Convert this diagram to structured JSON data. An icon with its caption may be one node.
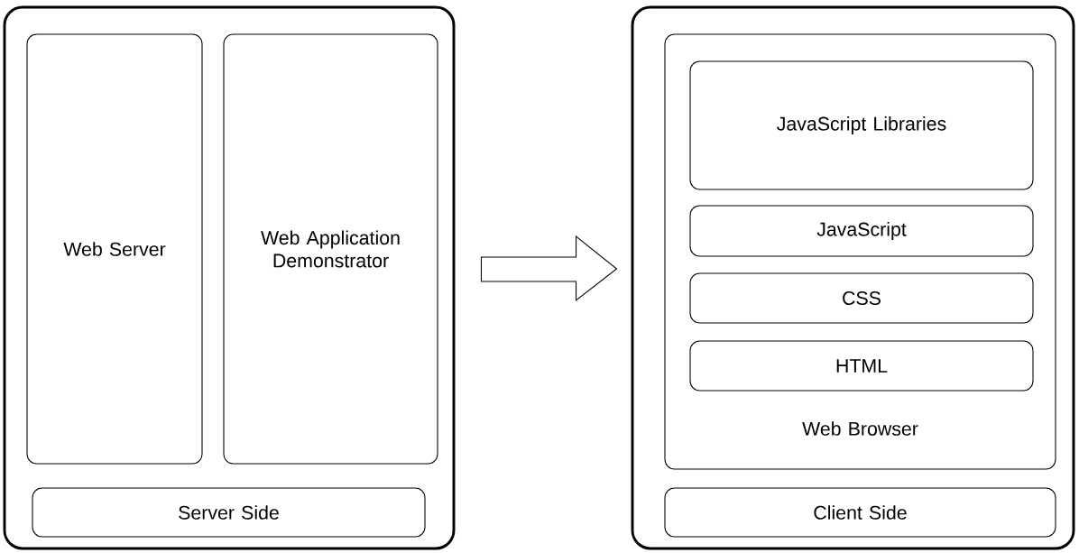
{
  "diagram": {
    "nodes": [
      {
        "text": [],
        "shape": "box"
      },
      {
        "text": [
          "Web Server"
        ],
        "in": 0
      },
      {
        "text": [
          "Web Application Demonstrator"
        ],
        "in": 0
      },
      {
        "text": [
          "Server Side"
        ],
        "in": 0
      },
      {
        "text": [],
        "shape": "box"
      },
      {
        "text": [
          "Web Browser"
        ],
        "in": 4
      },
      {
        "text": [
          "JavaScript Libraries"
        ],
        "in": 5
      },
      {
        "text": [
          "JavaScript"
        ],
        "in": 5
      },
      {
        "text": [
          "CSS"
        ],
        "in": 5
      },
      {
        "text": [
          "HTML"
        ],
        "in": 5
      },
      {
        "text": [
          "Client Side"
        ],
        "in": 4
      }
    ],
    "edges": [
      {
        "from": 0,
        "to": 4,
        "arrow": "to"
      }
    ]
  }
}
